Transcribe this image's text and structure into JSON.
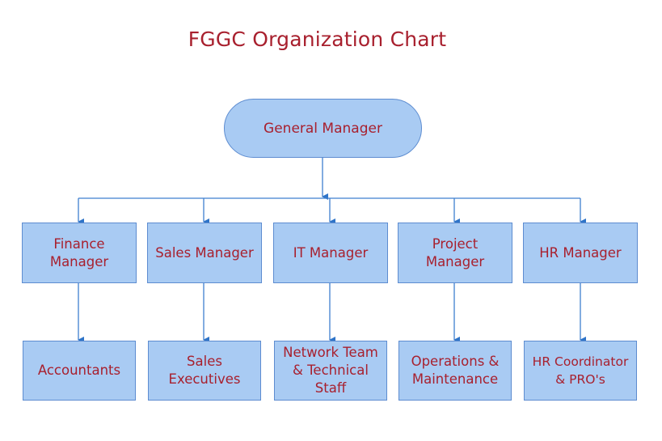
{
  "chart": {
    "title": "FGGC Organization Chart",
    "root": "General Manager",
    "managers": [
      {
        "label": "Finance\nManager",
        "report": "Accountants"
      },
      {
        "label": "Sales Manager",
        "report": "Sales\nExecutives"
      },
      {
        "label": "IT Manager",
        "report": "Network Team\n& Technical\nStaff"
      },
      {
        "label": "Project\nManager",
        "report": "Operations &\nMaintenance"
      },
      {
        "label": "HR Manager",
        "report": "HR Coordinator\n& PRO's"
      }
    ]
  },
  "colors": {
    "box_fill": "#a9cbf3",
    "box_border": "#5d8cd0",
    "text": "#a8202e",
    "connector": "#3f7fd0"
  }
}
